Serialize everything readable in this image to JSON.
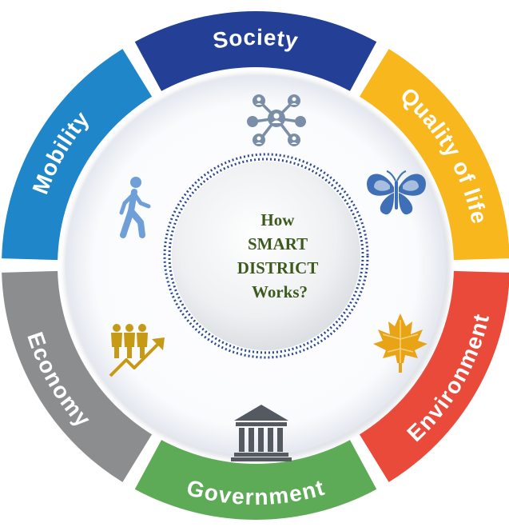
{
  "diagram": {
    "center": {
      "lines": [
        "How",
        "SMART",
        "DISTRICT",
        "Works?"
      ],
      "text_color": "#3d5a1e",
      "ring_color": "#2e4a8f"
    },
    "segments": [
      {
        "id": "society",
        "label": "Society",
        "color": "#233f96",
        "icon": "network-people-icon",
        "icon_color": "#7a8ea8"
      },
      {
        "id": "quality-of-life",
        "label": "Quality of life",
        "color": "#f7b71d",
        "icon": "butterfly-icon",
        "icon_color": "#3f6fb6"
      },
      {
        "id": "environment",
        "label": "Environment",
        "color": "#e94a3a",
        "icon": "maple-leaf-icon",
        "icon_color": "#e8a317"
      },
      {
        "id": "government",
        "label": "Government",
        "color": "#5dab57",
        "icon": "government-building-icon",
        "icon_color": "#555a60"
      },
      {
        "id": "economy",
        "label": "Economy",
        "color": "#8c8d8f",
        "icon": "growth-people-icon",
        "icon_color": "#c79a16"
      },
      {
        "id": "mobility",
        "label": "Mobility",
        "color": "#1f86c9",
        "icon": "walking-person-icon",
        "icon_color": "#6f9fd8"
      }
    ]
  }
}
